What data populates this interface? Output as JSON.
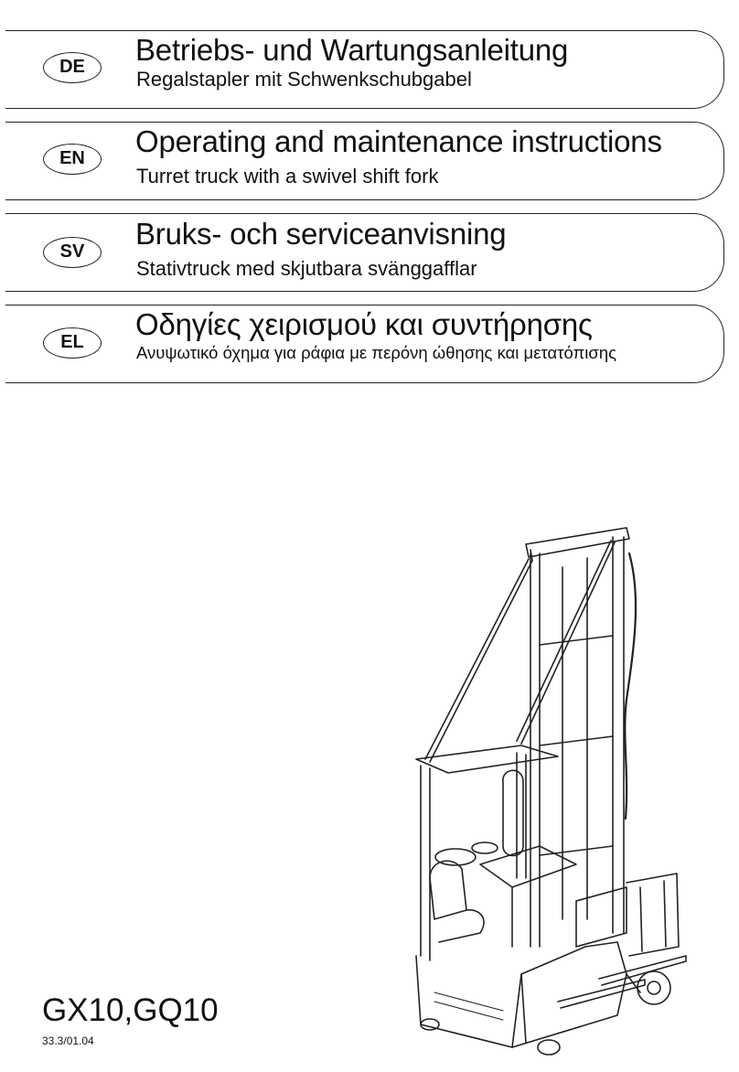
{
  "sections": [
    {
      "code": "DE",
      "title": "Betriebs- und Wartungsanleitung",
      "subtitle": "Regalstapler mit Schwenkschubgabel"
    },
    {
      "code": "EN",
      "title": "Operating and maintenance instructions",
      "subtitle": "Turret truck with a swivel shift fork"
    },
    {
      "code": "SV",
      "title": "Bruks- och serviceanvisning",
      "subtitle": "Stativtruck med skjutbara svänggafflar"
    },
    {
      "code": "EL",
      "title": "Οδηγίες χειρισμού και συντήρησης",
      "subtitle": "Ανυψωτικό όχημα για ράφια με περόνη ώθησης και μετατόπισης"
    }
  ],
  "model": "GX10,GQ10",
  "doc_number": "33.3/01.04",
  "illustration": {
    "icon": "turret-truck-illustration"
  }
}
